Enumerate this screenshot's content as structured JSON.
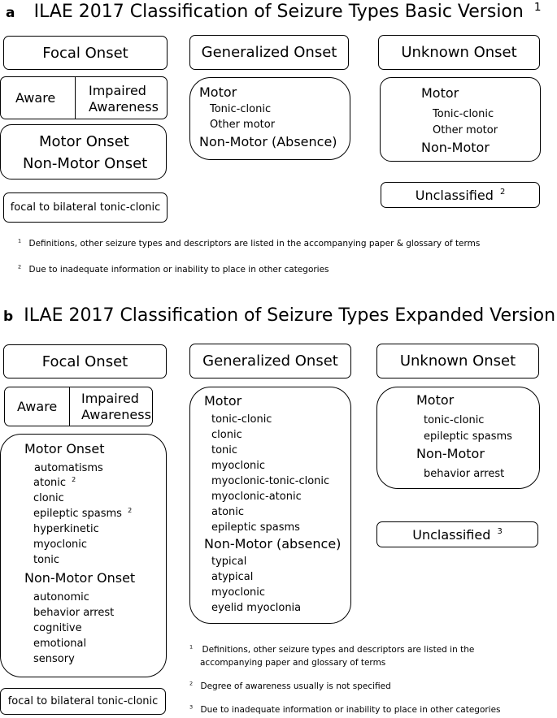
{
  "panel_a": {
    "letter": "a",
    "title": "ILAE 2017 Classification of Seizure Types Basic Version",
    "title_sup": "1",
    "focal": {
      "header": "Focal Onset",
      "aware": "Aware",
      "impaired_line1": "Impaired",
      "impaired_line2": "Awareness",
      "motor_onset": "Motor Onset",
      "non_motor_onset": "Non-Motor Onset",
      "bilateral": "focal to bilateral tonic-clonic"
    },
    "generalized": {
      "header": "Generalized Onset",
      "motor": "Motor",
      "items": [
        "Tonic-clonic",
        "Other motor"
      ],
      "non_motor": "Non-Motor (Absence)"
    },
    "unknown": {
      "header": "Unknown Onset",
      "motor": "Motor",
      "items": [
        "Tonic-clonic",
        "Other motor"
      ],
      "non_motor": "Non-Motor"
    },
    "unclassified": "Unclassified",
    "unclassified_sup": "2",
    "footnotes": [
      {
        "num": "1",
        "text": "Definitions, other seizure types and descriptors are listed in the accompanying paper & glossary of terms"
      },
      {
        "num": "2",
        "text": "Due to inadequate information or inability to place in other categories"
      }
    ]
  },
  "panel_b": {
    "letter": "b",
    "title": "ILAE 2017 Classification of Seizure Types Expanded Version",
    "title_sup": "1",
    "focal": {
      "header": "Focal Onset",
      "aware": "Aware",
      "impaired_line1": "Impaired",
      "impaired_line2": "Awareness",
      "motor_onset": "Motor Onset",
      "motor_items": [
        "automatisms",
        "atonic",
        "clonic",
        "epileptic spasms",
        "hyperkinetic",
        "myoclonic",
        "tonic"
      ],
      "motor_item_sup": "2",
      "non_motor_onset": "Non-Motor Onset",
      "non_motor_items": [
        "autonomic",
        "behavior arrest",
        "cognitive",
        "emotional",
        "sensory"
      ],
      "bilateral": "focal to bilateral tonic-clonic"
    },
    "generalized": {
      "header": "Generalized Onset",
      "motor": "Motor",
      "motor_items": [
        "tonic-clonic",
        "clonic",
        "tonic",
        "myoclonic",
        "myoclonic-tonic-clonic",
        "myoclonic-atonic",
        "atonic",
        "epileptic spasms"
      ],
      "non_motor": "Non-Motor (absence)",
      "non_motor_items": [
        "typical",
        "atypical",
        "myoclonic",
        "eyelid myoclonia"
      ]
    },
    "unknown": {
      "header": "Unknown Onset",
      "motor": "Motor",
      "motor_items": [
        "tonic-clonic",
        "epileptic spasms"
      ],
      "non_motor": "Non-Motor",
      "non_motor_items": [
        "behavior arrest"
      ]
    },
    "unclassified": "Unclassified",
    "unclassified_sup": "3",
    "footnotes": [
      {
        "num": "1",
        "line1": "Definitions, other seizure types and descriptors are listed in the",
        "line2": "accompanying paper and glossary of terms"
      },
      {
        "num": "2",
        "text": "Degree of awareness usually is not specified"
      },
      {
        "num": "3",
        "text": "Due to inadequate information or inability to place in other categories"
      }
    ]
  }
}
